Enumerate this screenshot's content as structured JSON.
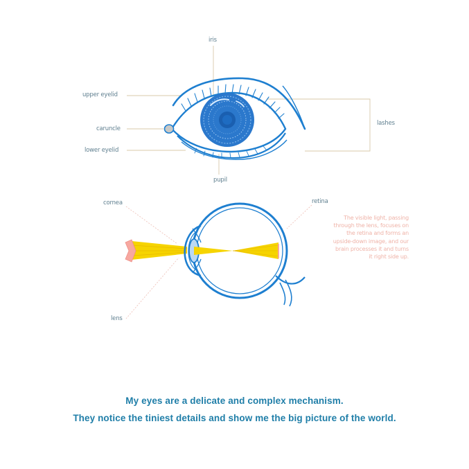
{
  "labels": {
    "iris": "iris",
    "upper_eyelid": "upper eyelid",
    "caruncle": "caruncle",
    "lower_eyelid": "lower eyelid",
    "lashes": "lashes",
    "pupil": "pupil",
    "cornea": "cornea",
    "retina": "retina",
    "lens": "lens"
  },
  "note": "The visible light, passing through the lens, focuses on the retina and forms an upside-down image, and our brain processes it and turns it right side up.",
  "caption": {
    "line1": "My eyes are a delicate and complex mechanism.",
    "line2": "They notice the tiniest details and show me the big picture of the world."
  },
  "colors": {
    "eye_blue": "#1e7fd0",
    "light_yellow": "#f6d400",
    "leader_line": "#d8c9a8",
    "note_pink": "#efb3a8",
    "caption_blue": "#1f7ea8"
  }
}
